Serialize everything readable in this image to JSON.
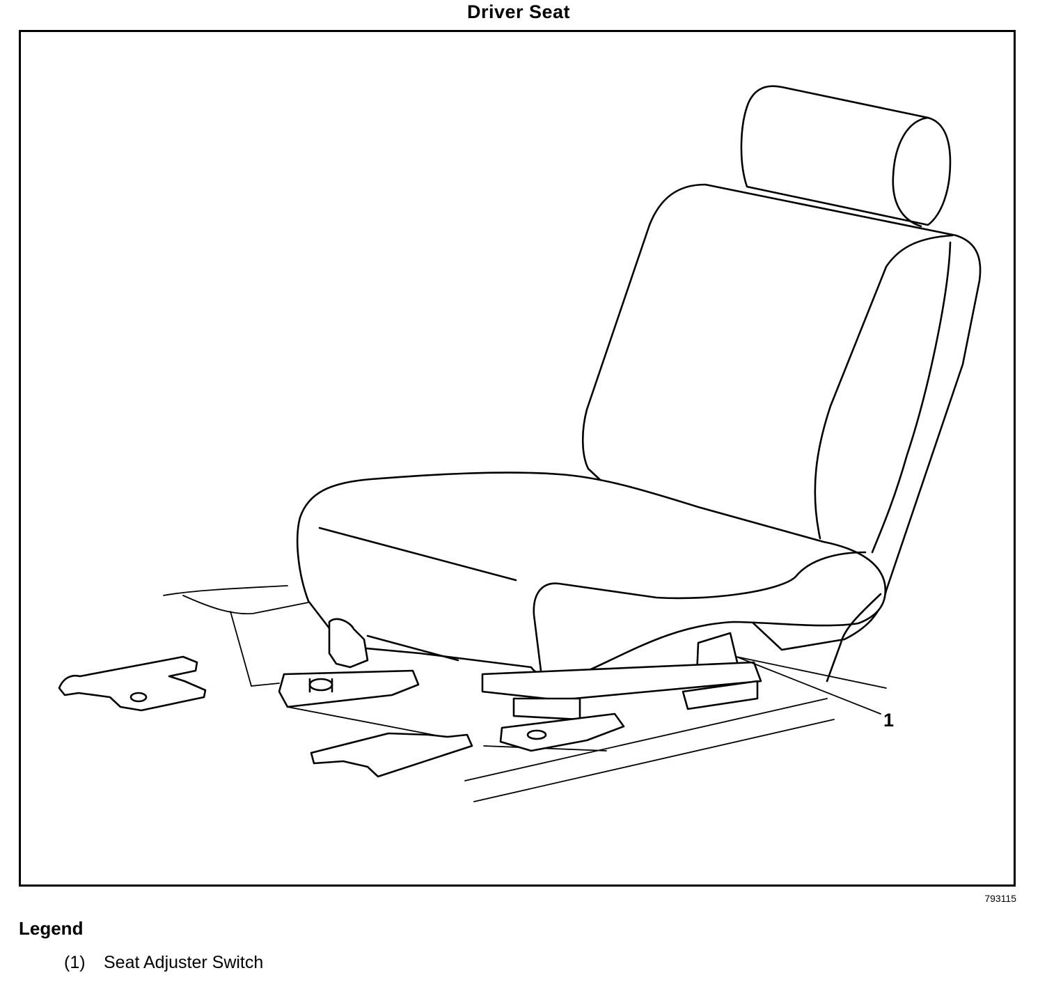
{
  "diagram": {
    "title": "Driver Seat",
    "figure_id": "793115",
    "callouts": [
      {
        "number": "1"
      }
    ]
  },
  "legend": {
    "heading": "Legend",
    "items": [
      {
        "number": "(1)",
        "label": "Seat Adjuster Switch"
      }
    ]
  }
}
